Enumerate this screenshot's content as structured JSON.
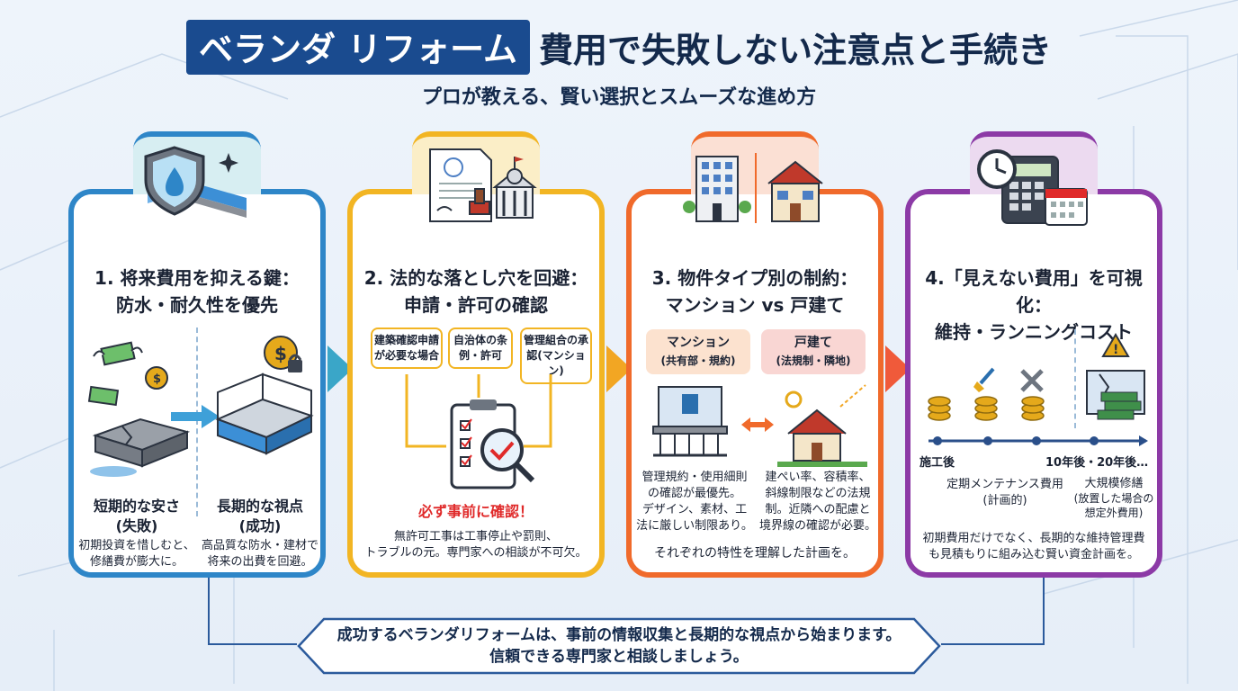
{
  "header": {
    "title_highlight": "ベランダ リフォーム",
    "title_rest": "費用で失敗しない注意点と手続き",
    "subtitle": "プロが教える、賢い選択とスムーズな進め方"
  },
  "cards": [
    {
      "title_line1": "1. 将来費用を抑える鍵：",
      "title_line2": "防水・耐久性を優先",
      "left_label": "短期的な安さ",
      "left_sub": "(失敗)",
      "left_desc1": "初期投資を惜しむと、",
      "left_desc2": "修繕費が膨大に。",
      "right_label": "長期的な視点",
      "right_sub": "(成功)",
      "right_desc1": "高品質な防水・建材で",
      "right_desc2": "将来の出費を回避。"
    },
    {
      "title_line1": "2. 法的な落とし穴を回避：",
      "title_line2": "申請・許可の確認",
      "tag1": "建築確認申請が必要な場合",
      "tag2": "自治体の条例・許可",
      "tag3": "管理組合の承認(マンション)",
      "emphasis": "必ず事前に確認！",
      "desc1": "無許可工事は工事停止や罰則、",
      "desc2": "トラブルの元。専門家への相談が不可欠。"
    },
    {
      "title_line1": "3. 物件タイプ別の制約：",
      "title_line2": "マンション vs 戸建て",
      "left_tag": "マンション",
      "left_tag_sub": "(共有部・規約)",
      "right_tag": "戸建て",
      "right_tag_sub": "(法規制・隣地)",
      "left_desc": [
        "管理規約・使用細則",
        "の確認が最優先。",
        "デザイン、素材、工",
        "法に厳しい制限あり。"
      ],
      "right_desc": [
        "建ぺい率、容積率、",
        "斜線制限などの法規",
        "制。近隣への配慮と",
        "境界線の確認が必要。"
      ],
      "summary": "それぞれの特性を理解した計画を。"
    },
    {
      "title_line1": "4.「見えない費用」を可視化：",
      "title_line2": "維持・ランニングコスト",
      "timeline_start": "施工後",
      "timeline_end": "10年後・20年後…",
      "left_label": "定期メンテナンス費用",
      "left_sub": "(計画的)",
      "right_label": "大規模修繕",
      "right_sub1": "(放置した場合の",
      "right_sub2": "想定外費用)",
      "desc1": "初期費用だけでなく、長期的な維持管理費",
      "desc2": "も見積もりに組み込む賢い資金計画を。"
    }
  ],
  "footer": {
    "line1": "成功するベランダリフォームは、事前の情報収集と長期的な視点から始まります。",
    "line2": "信頼できる専門家と相談しましょう。"
  },
  "colors": {
    "card1": "#2e86c8",
    "card2": "#f2b523",
    "card3": "#f06a2b",
    "card4": "#8c3aa6",
    "title_bg": "#1a4b8f",
    "emphasis": "#e02a2a"
  }
}
